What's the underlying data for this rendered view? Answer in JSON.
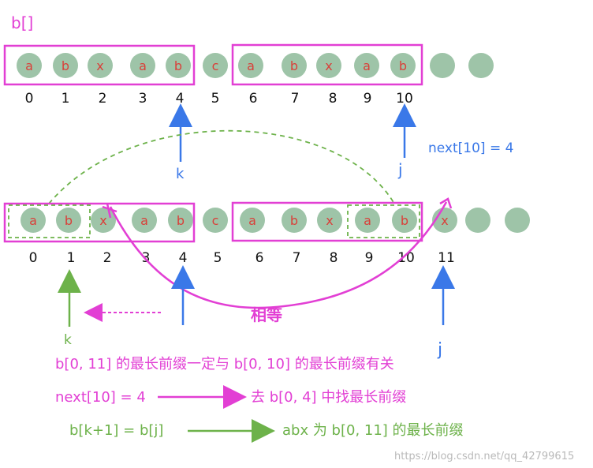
{
  "array_label": "b[]",
  "top_row": {
    "cells": [
      "a",
      "b",
      "x",
      "a",
      "b",
      "c",
      "a",
      "b",
      "x",
      "a",
      "b",
      "",
      ""
    ],
    "indices": [
      "0",
      "1",
      "2",
      "3",
      "4",
      "5",
      "6",
      "7",
      "8",
      "9",
      "10"
    ],
    "k_label": "k",
    "j_label": "j",
    "next_note": "next[10] = 4"
  },
  "bottom_row": {
    "cells": [
      "a",
      "b",
      "x",
      "a",
      "b",
      "c",
      "a",
      "b",
      "x",
      "a",
      "b",
      "x",
      "",
      ""
    ],
    "indices": [
      "0",
      "1",
      "2",
      "3",
      "4",
      "5",
      "6",
      "7",
      "8",
      "9",
      "10",
      "11"
    ],
    "k_label": "k",
    "j_label": "j",
    "equal_label": "相等"
  },
  "notes": {
    "line1": "b[0, 11] 的最长前缀一定与 b[0, 10] 的最长前缀有关",
    "line2_left": "next[10] = 4",
    "line2_right": "去 b[0, 4] 中找最长前缀",
    "line3_left": "b[k+1] = b[j]",
    "line3_right": "abx 为 b[0, 11] 的最长前缀"
  },
  "watermark": "https://blog.csdn.net/qq_42799615",
  "colors": {
    "circle": "#9ec4a8",
    "letter": "#d9403a",
    "magenta": "#e23fd4",
    "blue": "#3a78e8",
    "green": "#6db24a"
  }
}
